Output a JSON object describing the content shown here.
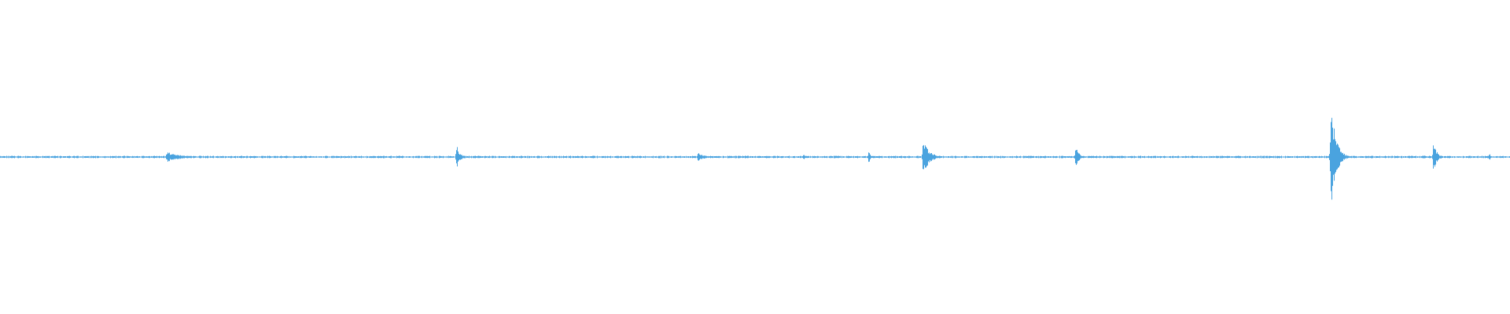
{
  "waveform": {
    "color": "#4aa3df",
    "background": "#ffffff",
    "scale": "amplitude",
    "amplitude_range": [
      -1,
      1
    ],
    "duration_fraction_range": [
      0,
      1
    ],
    "baseline_noise_amplitude": 0.008,
    "transients": [
      {
        "at": 0.11,
        "amplitude": 0.035,
        "decay": 0.01
      },
      {
        "at": 0.302,
        "amplitude": 0.09,
        "decay": 0.002
      },
      {
        "at": 0.462,
        "amplitude": 0.03,
        "decay": 0.004
      },
      {
        "at": 0.532,
        "amplitude": 0.03,
        "decay": 0.001
      },
      {
        "at": 0.575,
        "amplitude": 0.055,
        "decay": 0.001
      },
      {
        "at": 0.611,
        "amplitude": 0.125,
        "decay": 0.004
      },
      {
        "at": 0.712,
        "amplitude": 0.09,
        "decay": 0.002
      },
      {
        "at": 0.881,
        "amplitude": 0.43,
        "decay": 0.003
      },
      {
        "at": 0.885,
        "amplitude": 0.16,
        "decay": 0.002
      },
      {
        "at": 0.949,
        "amplitude": 0.12,
        "decay": 0.002
      },
      {
        "at": 0.986,
        "amplitude": 0.03,
        "decay": 0.001
      }
    ]
  }
}
